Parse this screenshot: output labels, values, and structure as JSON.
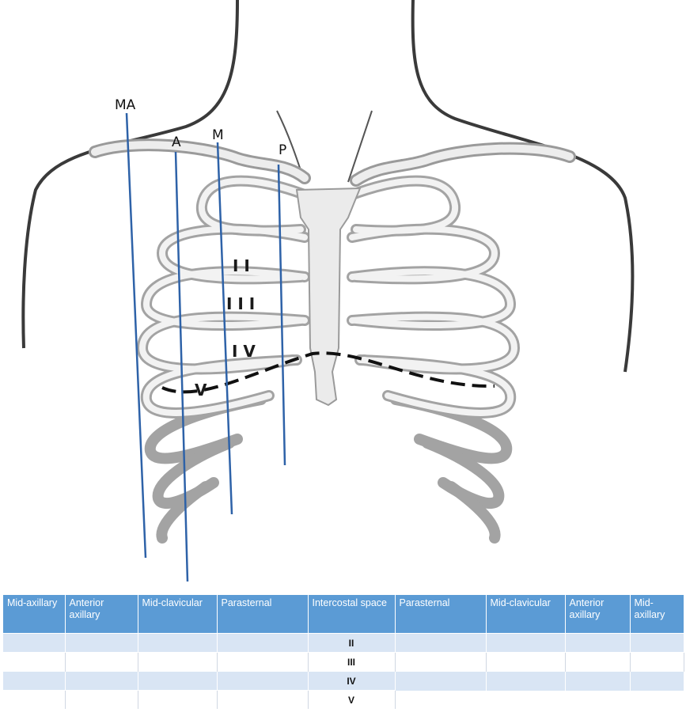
{
  "diagram": {
    "line_labels": [
      {
        "key": "ma",
        "text": "MA"
      },
      {
        "key": "a",
        "text": "A"
      },
      {
        "key": "m",
        "text": "M"
      },
      {
        "key": "p",
        "text": "P"
      }
    ],
    "space_labels": [
      "I I",
      "I I I",
      "I V",
      "V"
    ],
    "colors": {
      "line": "#2e62a8",
      "outline": "#3a3a3a",
      "bone": "#e8e8e8",
      "bone_edge": "#9a9a9a"
    }
  },
  "table": {
    "headers": [
      "Mid-axillary",
      "Anterior axillary",
      "Mid-clavicular",
      "Parasternal",
      "Intercostal space",
      "Parasternal",
      "Mid-clavicular",
      "Anterior axillary",
      "Mid-axillary"
    ],
    "spaces": [
      "II",
      "III",
      "IV",
      "V"
    ],
    "header_color": "#5b9bd5",
    "band_color": "#d9e5f4"
  }
}
